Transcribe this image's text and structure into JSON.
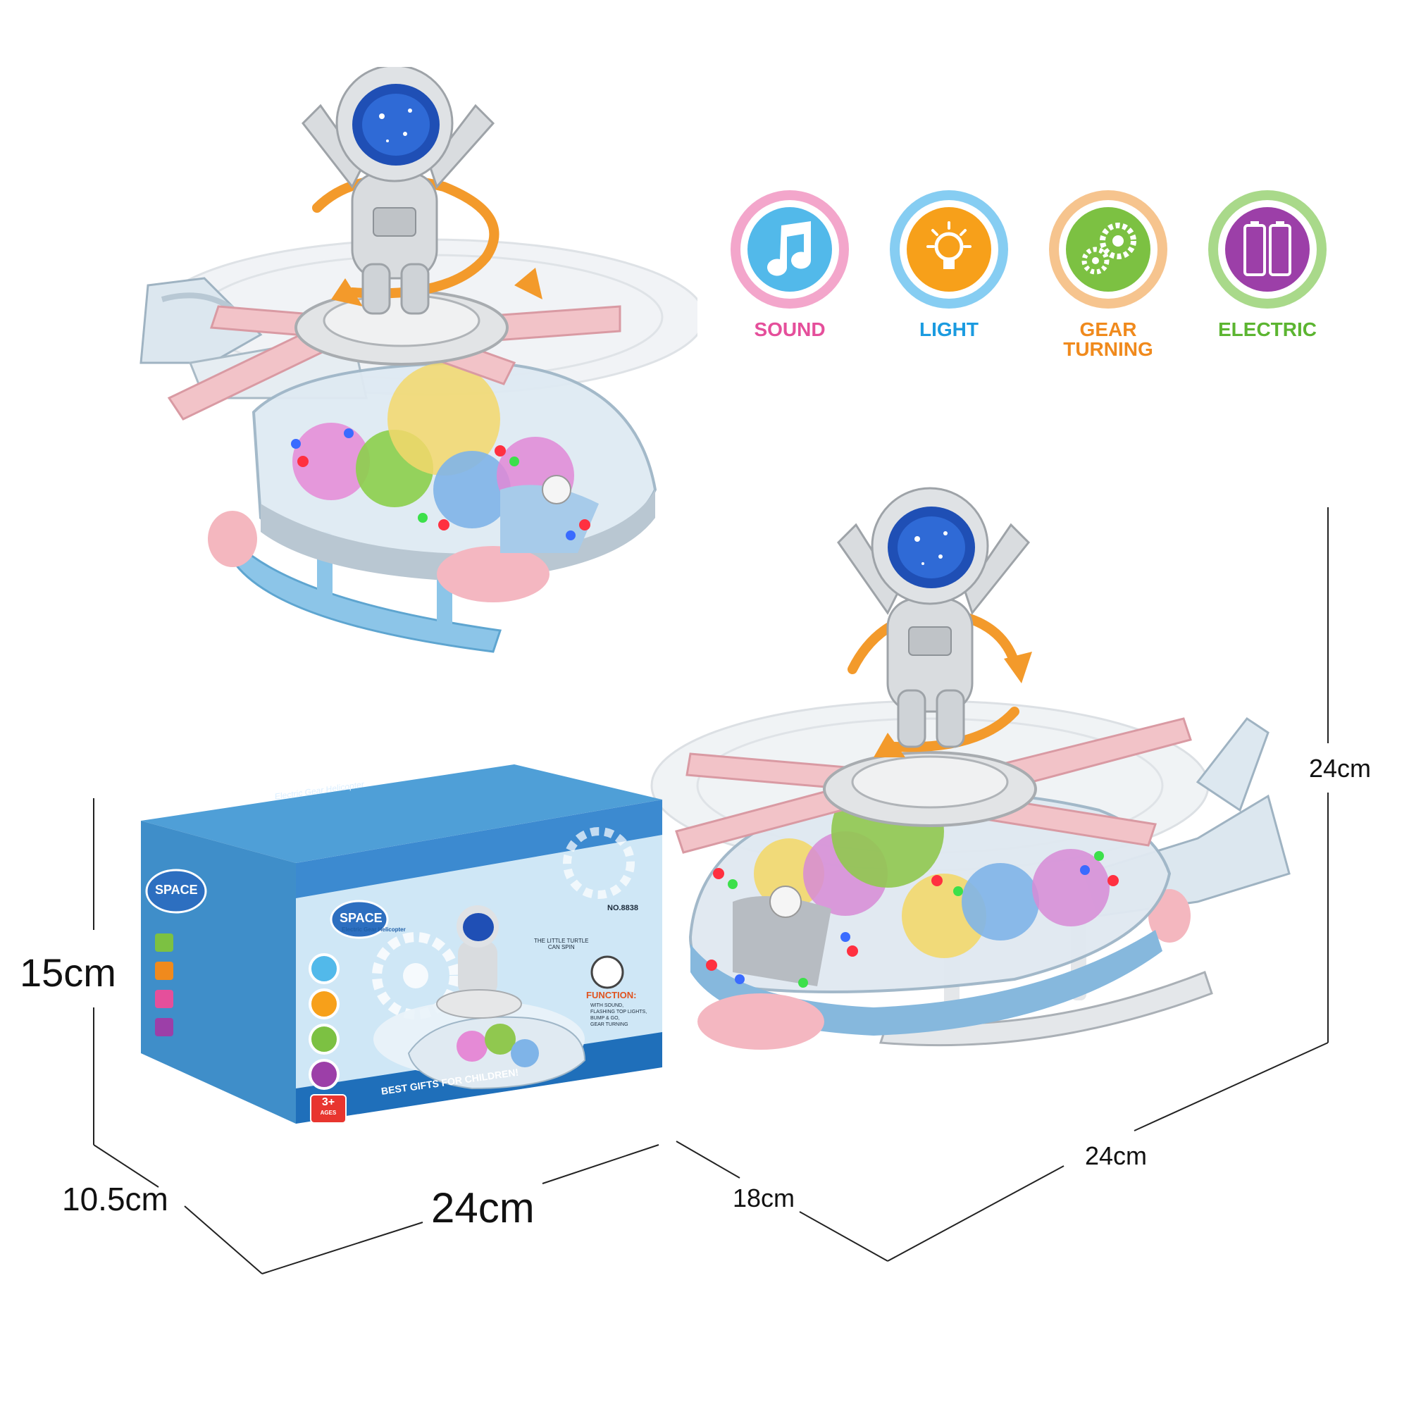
{
  "features": [
    {
      "label": "SOUND",
      "icon": "music-note-icon",
      "color": "#e54f9b",
      "ring": "#f3a6cb",
      "inner": "#52b9ea"
    },
    {
      "label": "LIGHT",
      "icon": "light-bulb-icon",
      "color": "#1b9be0",
      "ring": "#86cdf2",
      "inner": "#f7a01a"
    },
    {
      "label": "GEAR\nTURNING",
      "icon": "gears-icon",
      "color": "#f08a1d",
      "ring": "#f6c48e",
      "inner": "#7cc142"
    },
    {
      "label": "ELECTRIC",
      "icon": "battery-icon",
      "color": "#5cb531",
      "ring": "#a9d98a",
      "inner": "#9c3fa8"
    }
  ],
  "dimensions": {
    "box_height": "15cm",
    "box_depth": "10.5cm",
    "box_width": "24cm",
    "toy_height": "24cm",
    "toy_length": "24cm",
    "toy_width": "18cm"
  },
  "package": {
    "brand": "SPACE",
    "subtitle": "Electric Gear Helicopter",
    "model": "NO.8838",
    "note": "THE LITTLE TURTLE\nCAN SPIN",
    "function_title": "FUNCTION:",
    "function_text": "WITH SOUND,\nFLASHING TOP LIGHTS,\nBUMP & GO,\nGEAR TURNING",
    "slogan": "BEST GIFTS FOR CHILDREN!",
    "age": "3+",
    "age_label": "AGES"
  }
}
